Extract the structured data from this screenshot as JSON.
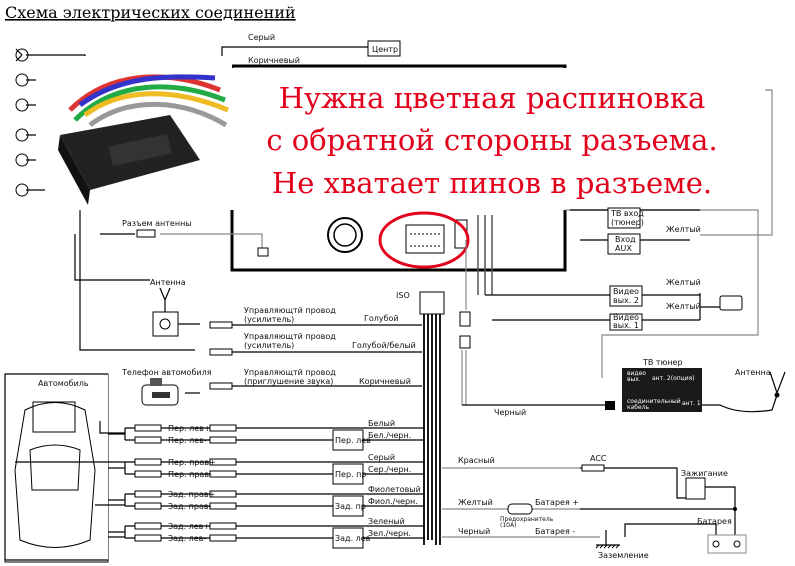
{
  "title": "Схема электрических соединений",
  "overlay": {
    "lines": [
      "Нужна цветная распиновка",
      "с обратной стороны разъема.",
      "Не хватает пинов в разъеме."
    ],
    "color": "#e3001b"
  },
  "top": {
    "gray_wire": "Серый",
    "center_box": "Центр",
    "brown_wire": "Коричневый"
  },
  "antenna_connector": "Разъем антенны",
  "antenna_left": "Антенна",
  "iso": "ISO",
  "control_wires": [
    {
      "line1": "Управляющтй провод",
      "line2": "(усилитель)",
      "color": "Голубой"
    },
    {
      "line1": "Управляющтй провод",
      "line2": "(усилитель)",
      "color": "Голубой/белый"
    },
    {
      "line1": "Управляющтй провод",
      "line2": "(приглушение звука)",
      "color": "Коричневый"
    }
  ],
  "phone": "Телефон автомобиля",
  "car": "Автомобиль",
  "speakers": [
    {
      "plus": "Пер. лев+",
      "minus": "Пер. лев-",
      "box": "Пер. лев",
      "c1": "Белый",
      "c2": "Бел./черн."
    },
    {
      "plus": "Пер. прав+",
      "minus": "Пер. прав-",
      "box": "Пер. пр",
      "c1": "Серый",
      "c2": "Сер./черн."
    },
    {
      "plus": "Зад. прав+",
      "minus": "Зад. прав-",
      "box": "Зад. пр",
      "c1": "Фиолетовый",
      "c2": "Фиол./черн."
    },
    {
      "plus": "Зад. лев+",
      "minus": "Зад. лев-",
      "box": "Зад. лев",
      "c1": "Зеленый",
      "c2": "Зел./черн."
    }
  ],
  "video": {
    "tv_in_1": "ТВ вход",
    "tv_in_2": "(тюнер)",
    "aux_1": "Вход",
    "aux_2": "AUX",
    "aux_color": "Желтый",
    "out2_1": "Видео",
    "out2_2": "вых. 2",
    "out2_color": "Желтый",
    "out1_1": "Видео",
    "out1_2": "вых. 1",
    "out1_color": "Желтый"
  },
  "tuner": {
    "title": "ТВ тюнер",
    "video_out_1": "видео",
    "video_out_2": "вых.",
    "ant2": "ант. 2(опция)",
    "cable_1": "соединительный",
    "cable_2": "кабель",
    "ant1": "ант. 1",
    "antenna": "Антенна",
    "black_wire": "Черный"
  },
  "power": {
    "red": "Красный",
    "acc": "ACC",
    "ignition": "Зажигание",
    "yellow": "Желтый",
    "fuse_1": "Предохранитель",
    "fuse_2": "(10A)",
    "bat_plus": "Батарея +",
    "black": "Черный",
    "bat_minus": "Батарея -",
    "ground": "Заземление",
    "battery": "Батарея"
  }
}
